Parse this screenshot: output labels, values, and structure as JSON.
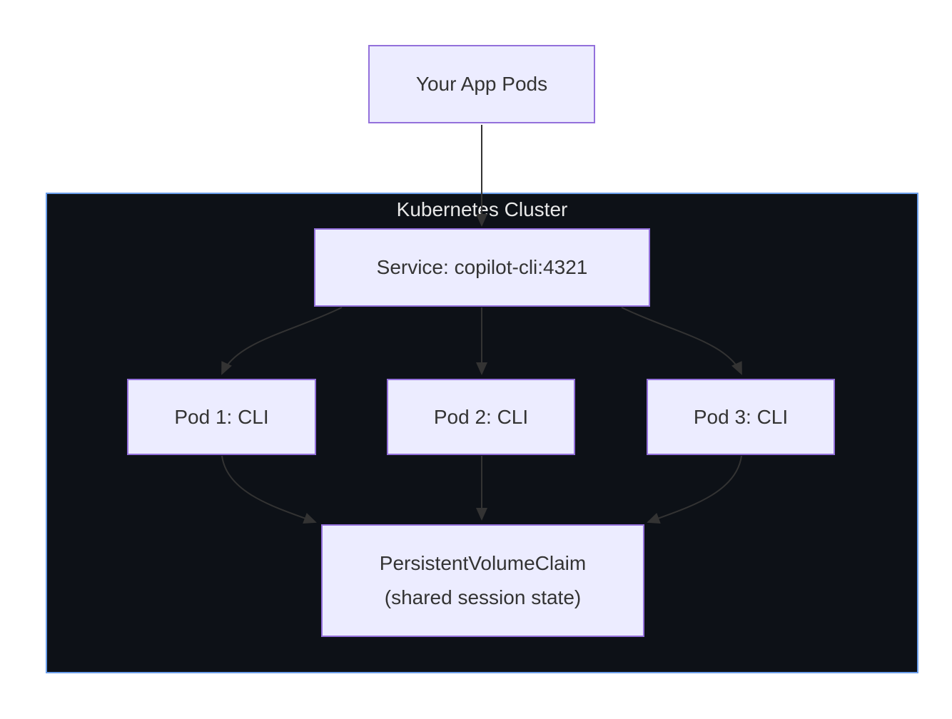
{
  "diagram": {
    "type": "flowchart-top-down",
    "cluster": {
      "label": "Kubernetes Cluster"
    },
    "nodes": {
      "app": {
        "label": "Your App Pods"
      },
      "service": {
        "label": "Service: copilot-cli:4321"
      },
      "pod1": {
        "label": "Pod 1: CLI"
      },
      "pod2": {
        "label": "Pod 2: CLI"
      },
      "pod3": {
        "label": "Pod 3: CLI"
      },
      "pvc": {
        "label_line1": "PersistentVolumeClaim",
        "label_line2": "(shared session state)"
      }
    },
    "edges": [
      {
        "from": "app",
        "to": "service"
      },
      {
        "from": "service",
        "to": "pod1"
      },
      {
        "from": "service",
        "to": "pod2"
      },
      {
        "from": "service",
        "to": "pod3"
      },
      {
        "from": "pod1",
        "to": "pvc"
      },
      {
        "from": "pod2",
        "to": "pvc"
      },
      {
        "from": "pod3",
        "to": "pvc"
      }
    ],
    "colors": {
      "background": "#ffffff",
      "node_fill": "#ececff",
      "node_border": "#9370db",
      "node_text": "#333333",
      "cluster_fill": "#0d1117",
      "cluster_border": "#6a9eeb",
      "cluster_label_text": "#e8e8e8",
      "edge": "#333333"
    }
  }
}
